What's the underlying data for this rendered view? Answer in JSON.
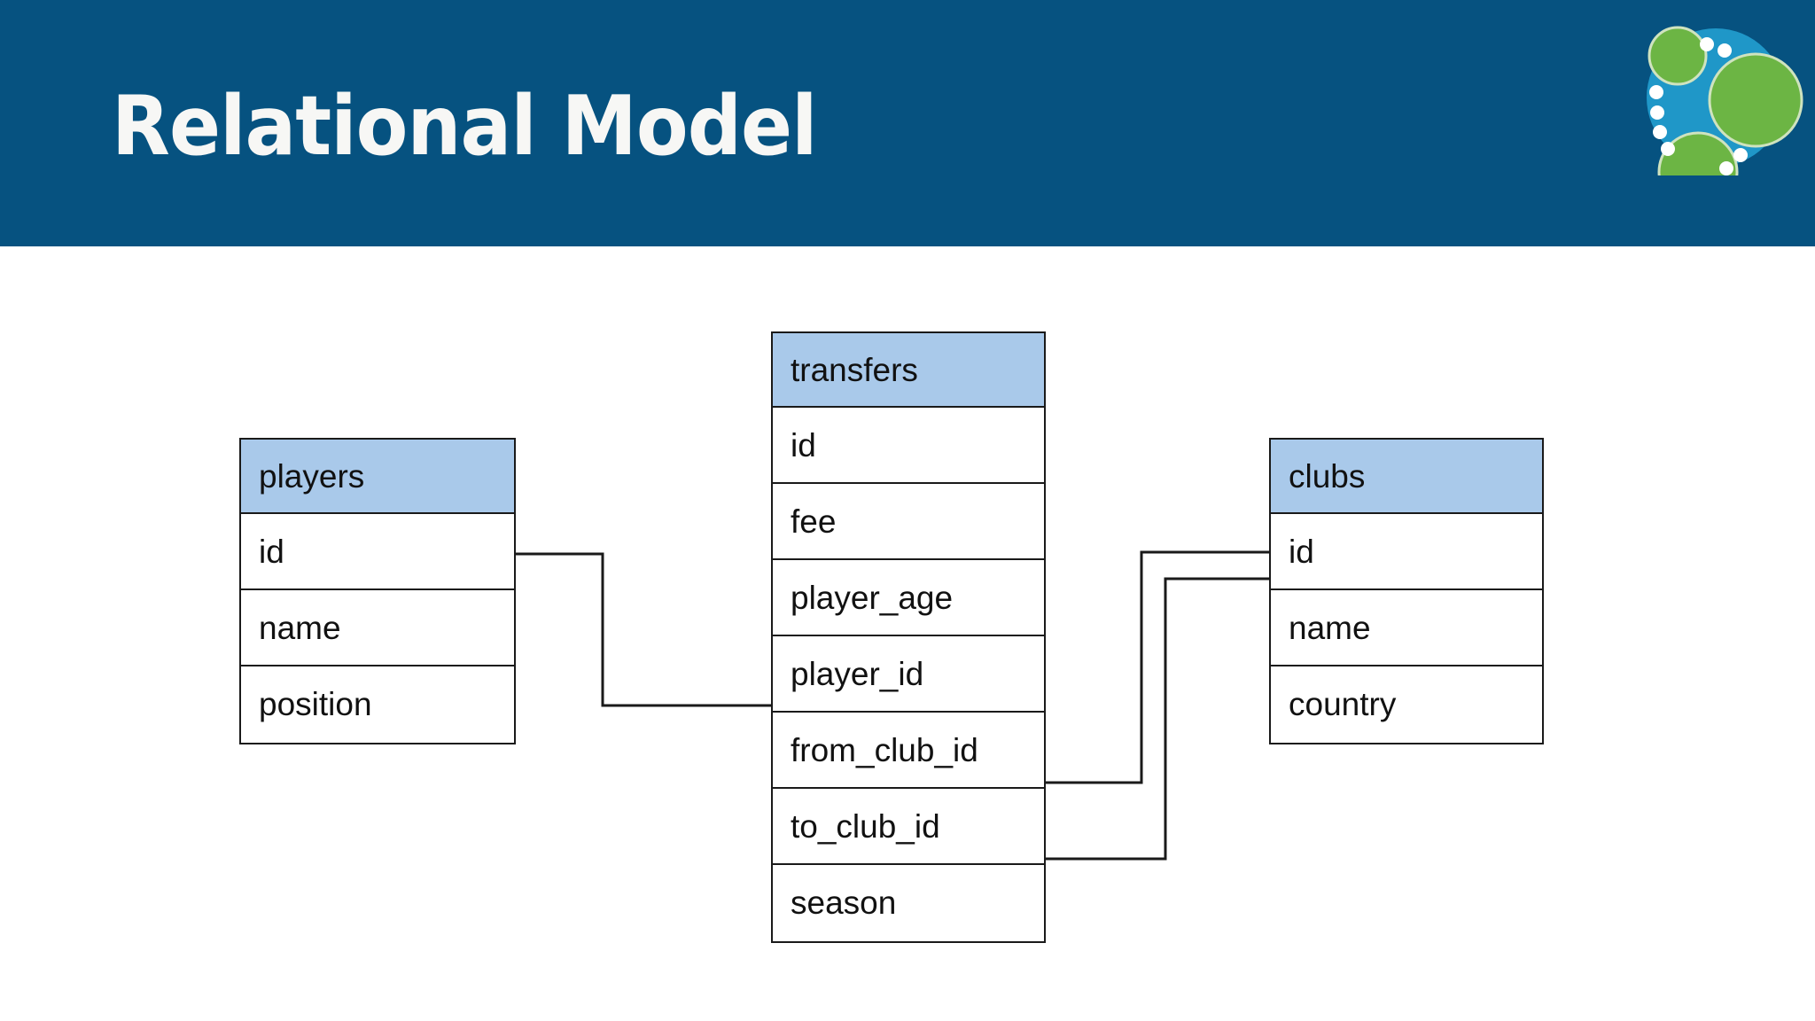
{
  "slide": {
    "title": "Relational Model",
    "header_color": "#065280",
    "background_color": "#ffffff",
    "title_color": "#f7f7f5"
  },
  "logo": {
    "name": "neo4j-logo",
    "ring_color": "#1f97c8",
    "node_color": "#6cb544",
    "dot_color": "#ffffff"
  },
  "diagram": {
    "type": "entity-relationship",
    "table_header_fill": "#a9c9ea",
    "table_body_fill": "#ffffff",
    "border_color": "#1a1a1a",
    "tables": [
      {
        "id": "players",
        "name": "players",
        "fields": [
          "id",
          "name",
          "position"
        ]
      },
      {
        "id": "transfers",
        "name": "transfers",
        "fields": [
          "id",
          "fee",
          "player_age",
          "player_id",
          "from_club_id",
          "to_club_id",
          "season"
        ]
      },
      {
        "id": "clubs",
        "name": "clubs",
        "fields": [
          "id",
          "name",
          "country"
        ]
      }
    ],
    "relationships": [
      {
        "from_table": "players",
        "from_field": "id",
        "to_table": "transfers",
        "to_field": "player_id"
      },
      {
        "from_table": "transfers",
        "from_field": "from_club_id",
        "to_table": "clubs",
        "to_field": "id"
      },
      {
        "from_table": "transfers",
        "from_field": "to_club_id",
        "to_table": "clubs",
        "to_field": "id"
      }
    ]
  }
}
